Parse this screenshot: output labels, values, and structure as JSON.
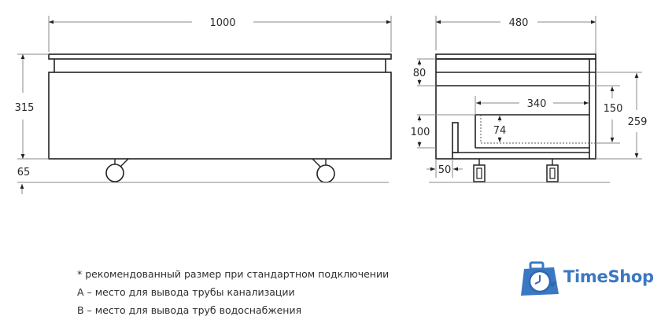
{
  "front_view": {
    "width_label": "1000",
    "height_label": "315",
    "leg_height_label": "65"
  },
  "side_view": {
    "depth_label": "480",
    "top_panel_label": "80",
    "drawer_depth_label": "340",
    "inner_height_label": "150",
    "total_height_label": "259",
    "lower_label": "100",
    "cutout_label": "74",
    "offset_label": "50"
  },
  "notes": [
    "* рекомендованный размер при стандартном подключении",
    "А – место для вывода трубы канализации",
    "В – место для вывода труб водоснабжения"
  ],
  "logo": {
    "brand": "TimeShop",
    "icon": "briefcase-clock-icon",
    "color": "#3b78c4"
  },
  "colors": {
    "line": "#222222",
    "dim_line": "#888888",
    "text": "#2a2a2a"
  }
}
